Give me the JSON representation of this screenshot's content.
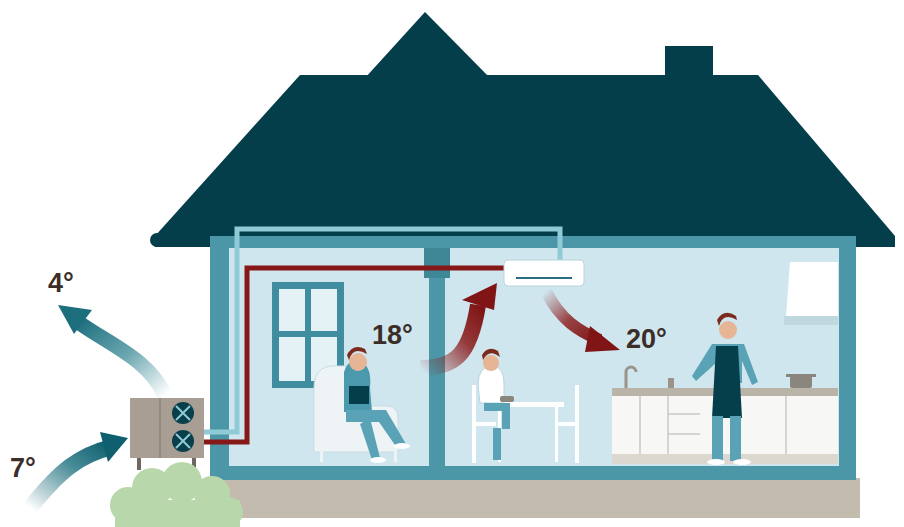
{
  "diagram": {
    "labels": [
      "4°",
      "7°",
      "18°",
      "20°"
    ]
  }
}
